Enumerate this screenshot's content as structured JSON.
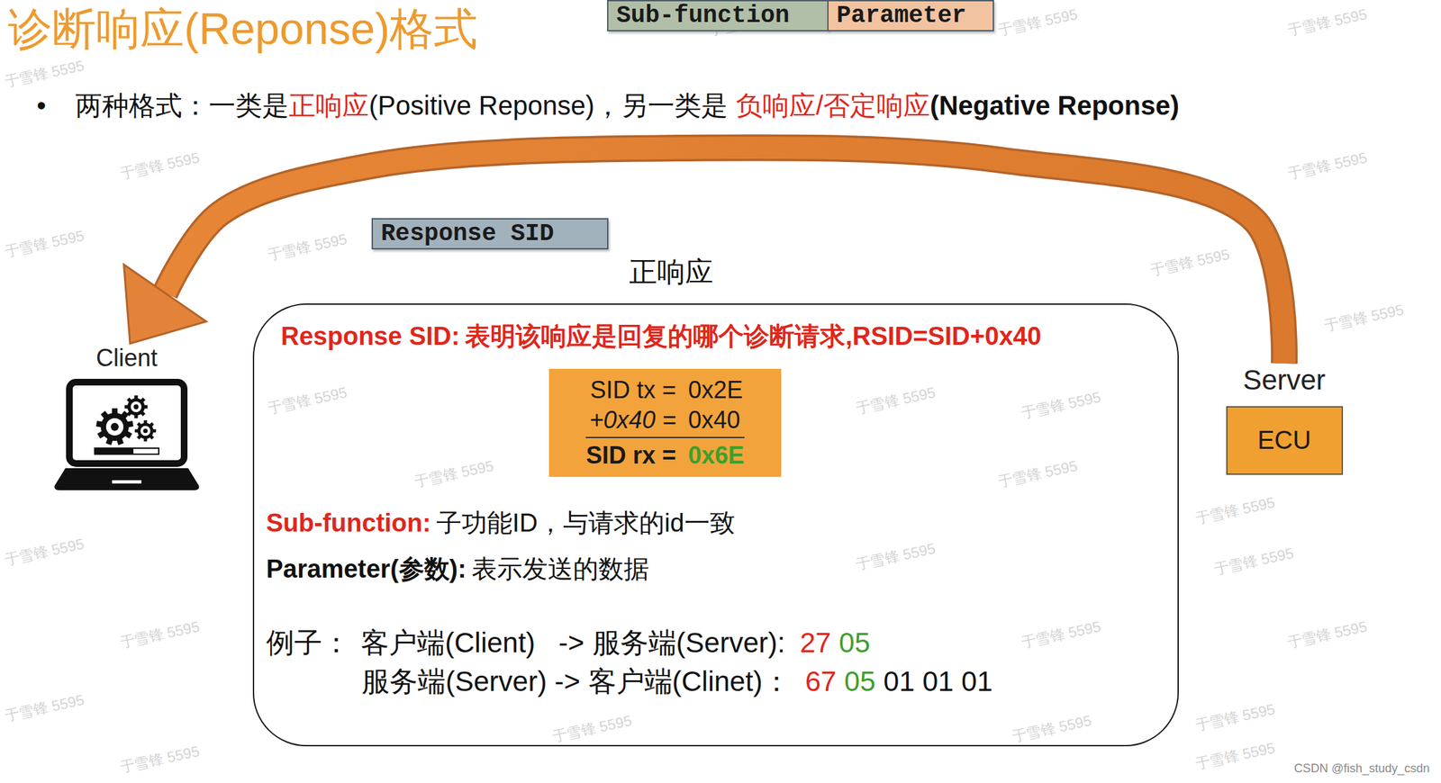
{
  "diagram": {
    "title": "诊断响应(Reponse)格式",
    "nodes": [
      {
        "text": [
          "Response SID"
        ]
      },
      {
        "text": [
          "Sub-function"
        ]
      },
      {
        "text": [
          "Parameter"
        ]
      },
      {
        "text": [
          "Client"
        ]
      },
      {
        "text": [
          "Response SID:",
          "表明该响应是回复的哪个诊断请求,RSID=SID+0x40",
          "Sub-function:",
          "子功能ID，与请求的id一致",
          "Parameter(参数):",
          "表示发送的数据",
          "例子：",
          "客户端(Client)   -> 服务端(Server):",
          "27",
          "05",
          "服务端(Server) -> 客户端(Clinet)：",
          "67",
          "05",
          "01 01 01"
        ]
      },
      {
        "text": [
          "SID tx =",
          "0x2E",
          "+0x40 =",
          "0x40",
          "SID rx =",
          "0x6E"
        ],
        "in": 4
      },
      {
        "text": [
          "Server",
          "ECU"
        ]
      }
    ],
    "edges": [
      {
        "from": 6,
        "to": 3,
        "arrow": "to"
      }
    ],
    "labels": [
      "•",
      "两种格式：一类是",
      "正响应",
      "(Positive Reponse)，另一类是",
      "负响应/否定响应",
      "(Negative Reponse)",
      "正响应",
      "CSDN @fish_study_csdn",
      "于雪锋 5595",
      "于雪锋 5595",
      "于雪锋 5595",
      "于雪锋 5595",
      "于雪锋 5595",
      "于雪锋 5595",
      "于雪锋 5595",
      "于雪锋 5595",
      "于雪锋 5595",
      "于雪锋 5595",
      "于雪锋 5595",
      "于雪锋 5595",
      "于雪锋 5595",
      "于雪锋 5595",
      "于雪锋 5595",
      "于雪锋 5595",
      "于雪锋 5595",
      "于雪锋 5595",
      "于雪锋 5595",
      "于雪锋 5595",
      "于雪锋 5595",
      "于雪锋 5595",
      "于雪锋 5595",
      "于雪锋 5595",
      "于雪锋 5595",
      "于雪锋 5595",
      "于雪锋 5595",
      "于雪锋 5595"
    ]
  }
}
